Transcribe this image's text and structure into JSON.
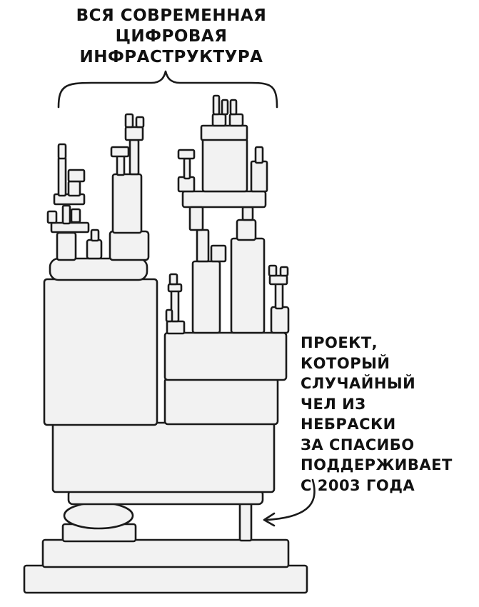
{
  "title_lines": [
    "ВСЯ СОВРЕМЕННАЯ",
    "ЦИФРОВАЯ",
    "ИНФРАСТРУКТУРА"
  ],
  "annotation_lines": [
    "ПРОЕКТ,",
    "КОТОРЫЙ",
    "СЛУЧАЙНЫЙ",
    "ЧЕЛ ИЗ",
    "НЕБРАСКИ",
    "ЗА СПАСИБО",
    "ПОДДЕРЖИВАЕТ",
    "С 2003 ГОДА"
  ],
  "colors": {
    "ink": "#1a1a1a",
    "block_fill": "#f2f2f2",
    "background": "#ffffff"
  }
}
